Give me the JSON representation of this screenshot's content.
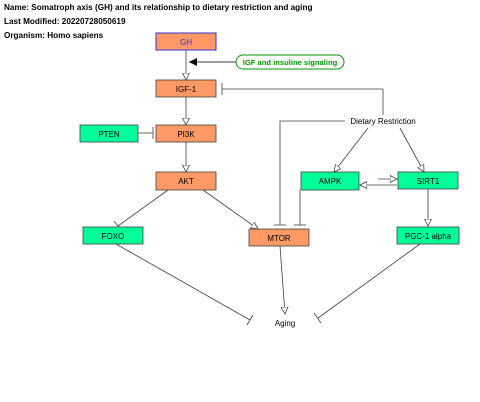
{
  "header": {
    "name_line": "Name: Somatroph axis (GH) and its relationship to dietary restriction and aging",
    "modified_line": "Last Modified: 20220728050619",
    "organism_line": "Organism: Homo sapiens"
  },
  "colors": {
    "gene_orange": "#ff9966",
    "gene_green": "#00ff99",
    "pathway_green": "#009900",
    "gh_border": "#3333cc",
    "gh_text": "#3333cc",
    "line": "#404040"
  },
  "nodes": {
    "gh": "GH",
    "igf_signaling": "IGF and insuline signaling",
    "igf1": "IGF-1",
    "pten": "PTEN",
    "pi3k": "PI3K",
    "dietary_restriction": "Dietary Restriction",
    "akt": "AKT",
    "ampk": "AMPK",
    "sirt1": "SIRT1",
    "foxo": "FOXO",
    "mtor": "MTOR",
    "pgc1a": "PGC-1 alpha",
    "aging": "Aging"
  }
}
